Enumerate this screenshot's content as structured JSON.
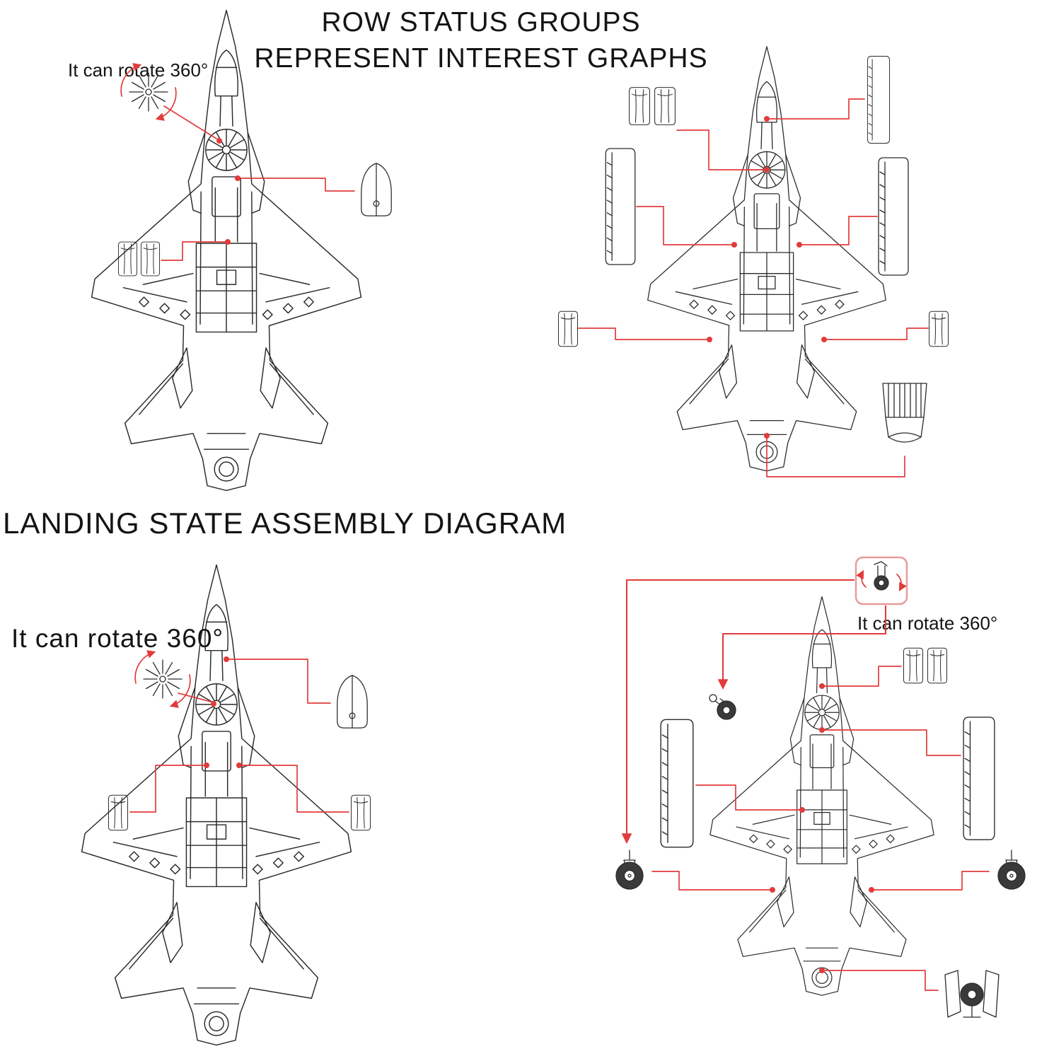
{
  "header": {
    "line1": "ROW STATUS GROUPS",
    "line2": "REPRESENT INTEREST GRAPHS"
  },
  "section_title": "LANDING STATE ASSEMBLY DIAGRAM",
  "labels": {
    "rotate_top_left": "It can rotate 360°",
    "rotate_bottom_left": "It can rotate 360°",
    "rotate_bottom_right": "It can rotate 360°"
  },
  "colors": {
    "line": "#2b2b2b",
    "annotation": "#e23b3b",
    "text": "#141414",
    "background": "#ffffff",
    "tire": "#3a3a3a",
    "box_outline": "#e89b9b"
  },
  "icons": {
    "lift_fan_rosette": "rotating-fan-star",
    "rotate_arrows": "curved-red-arrows",
    "callout_dot": "red-dot-marker"
  }
}
